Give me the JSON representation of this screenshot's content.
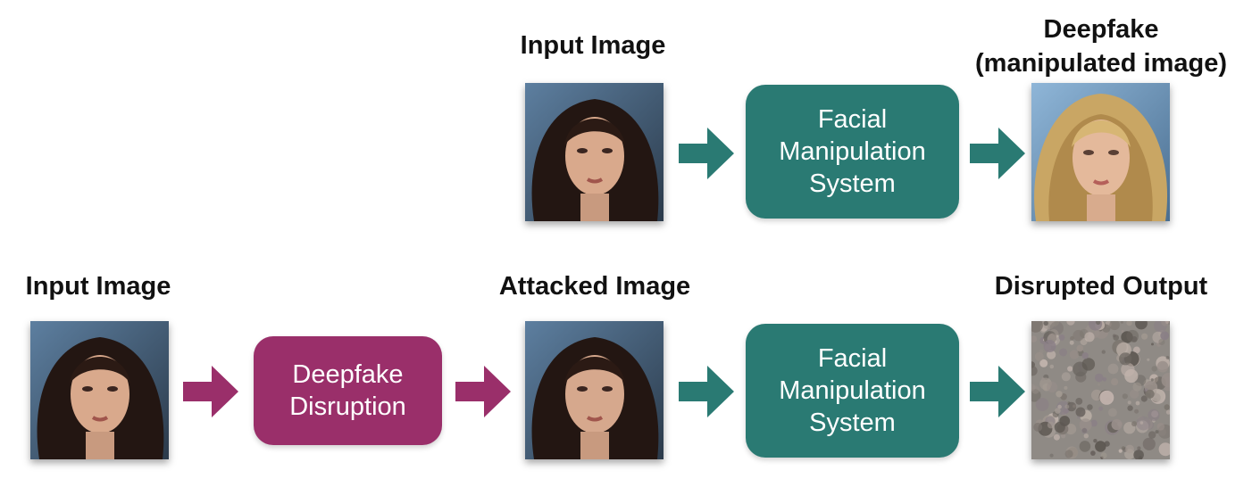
{
  "colors": {
    "teal": "#2a7a73",
    "magenta": "#9a2f6a",
    "text": "#111111"
  },
  "top_row": {
    "input_label": "Input Image",
    "output_label_line1": "Deepfake",
    "output_label_line2": "(manipulated image)",
    "system_box": "Facial\nManipulation\nSystem"
  },
  "bottom_row": {
    "input_label": "Input Image",
    "attacked_label": "Attacked Image",
    "output_label": "Disrupted Output",
    "disruption_box": "Deepfake\nDisruption",
    "system_box": "Facial\nManipulation\nSystem"
  }
}
